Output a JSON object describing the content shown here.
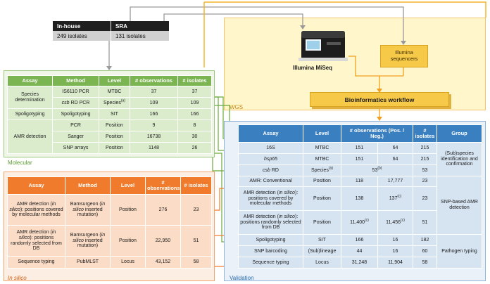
{
  "sources": {
    "inhouse": {
      "title": "In-house",
      "count": "249 isolates"
    },
    "sra": {
      "title": "SRA",
      "count": "131 isolates"
    }
  },
  "wgs": {
    "region_label": "WGS",
    "miseq_label": "Illumina MiSeq",
    "sequencers_label": "Illumina sequencers",
    "workflow_label": "Bioinformatics workflow"
  },
  "molecular": {
    "region_label": "Molecular",
    "headers": [
      "Assay",
      "Method",
      "Level",
      "# observations",
      "# isolates"
    ],
    "rows": [
      {
        "assay": "Species determination",
        "method": "IS6110 PCR",
        "level": "MTBC",
        "obs": "37",
        "iso": "37"
      },
      {
        "method_pre": "",
        "method_it": "csb",
        "method_post": " RD PCR",
        "level_pre": "Species",
        "level_sup": "(a)",
        "obs": "109",
        "iso": "109"
      },
      {
        "assay": "Spoligotyping",
        "method": "Spoligotyping",
        "level": "SIT",
        "obs": "166",
        "iso": "166"
      },
      {
        "assay": "AMR detection",
        "method": "PCR",
        "level": "Position",
        "obs": "9",
        "iso": "8"
      },
      {
        "method": "Sanger",
        "level": "Position",
        "obs": "16738",
        "iso": "30"
      },
      {
        "method": "SNP arrays",
        "level": "Position",
        "obs": "1148",
        "iso": "26"
      }
    ]
  },
  "insilico": {
    "region_label": "In silico",
    "headers": [
      "Assay",
      "Method",
      "Level",
      "# observations",
      "# isolates"
    ],
    "rows": [
      {
        "assay_pre": "AMR detection (",
        "assay_it": "in silico",
        "assay_post": "): positions covered by molecular methods",
        "method_pre": "Bamsurgeon (",
        "method_it": "in silico",
        "method_post": " inserted mutation)",
        "level": "Position",
        "obs": "276",
        "iso": "23"
      },
      {
        "assay_pre": "AMR detection (",
        "assay_it": "in silico",
        "assay_post": "): positions randomly selected from DB",
        "method_pre": "Bamsurgeon (",
        "method_it": "in silico",
        "method_post": " inserted mutation)",
        "level": "Position",
        "obs": "22,950",
        "iso": "51"
      },
      {
        "assay": "Sequence typing",
        "method": "PubMLST",
        "level": "Locus",
        "obs": "43,152",
        "iso": "58"
      }
    ]
  },
  "validation": {
    "region_label": "Validation",
    "headers": [
      "Assay",
      "Level",
      "# observations (Pos. / Neg.)",
      "# isolates",
      "Group"
    ],
    "rows": [
      {
        "assay": "16S",
        "level": "MTBC",
        "pos": "151",
        "neg": "64",
        "iso": "215"
      },
      {
        "assay_it": "hsp65",
        "level": "MTBC",
        "pos": "151",
        "neg": "64",
        "iso": "215"
      },
      {
        "assay_it": "csb",
        "assay_post": " RD",
        "level_pre": "Species",
        "level_sup": "(a)",
        "merged_pre": "53",
        "merged_sup": "(b)",
        "iso": "53"
      },
      {
        "assay": "AMR: Conventional",
        "level": "Position",
        "pos": "118",
        "neg": "17,777",
        "iso": "23"
      },
      {
        "assay_pre": "AMR detection (",
        "assay_it": "in silico",
        "assay_post": "): positions covered by molecular methods",
        "level": "Position",
        "pos": "138",
        "neg_pre": "137",
        "neg_sup": "(c)",
        "iso": "23"
      },
      {
        "assay_pre": "AMR detection (",
        "assay_it": "in silico",
        "assay_post": "): positions randomly selected from DB",
        "level": "Position",
        "pos_pre": "11,400",
        "pos_sup": "(c)",
        "neg_pre": "11,456",
        "neg_sup": "(c)",
        "iso": "51"
      },
      {
        "assay": "Spoligotyping",
        "level": "SIT",
        "pos": "166",
        "neg": "16",
        "iso": "182"
      },
      {
        "assay": "SNP barcoding",
        "level": "(Sub)lineage",
        "pos": "44",
        "neg": "16",
        "iso": "60"
      },
      {
        "assay": "Sequence typing",
        "level": "Locus",
        "pos": "31,248",
        "neg": "11,904",
        "iso": "58"
      }
    ],
    "groups": [
      "(Sub)species identification and confirmation",
      "SNP-based AMR detection",
      "Pathogen typing"
    ]
  },
  "colors": {
    "molecular": "#7ab552",
    "insilico": "#f07b2c",
    "validation": "#3a7fc0",
    "wgs": "#fff5c7",
    "workflow": "#f7c948"
  }
}
